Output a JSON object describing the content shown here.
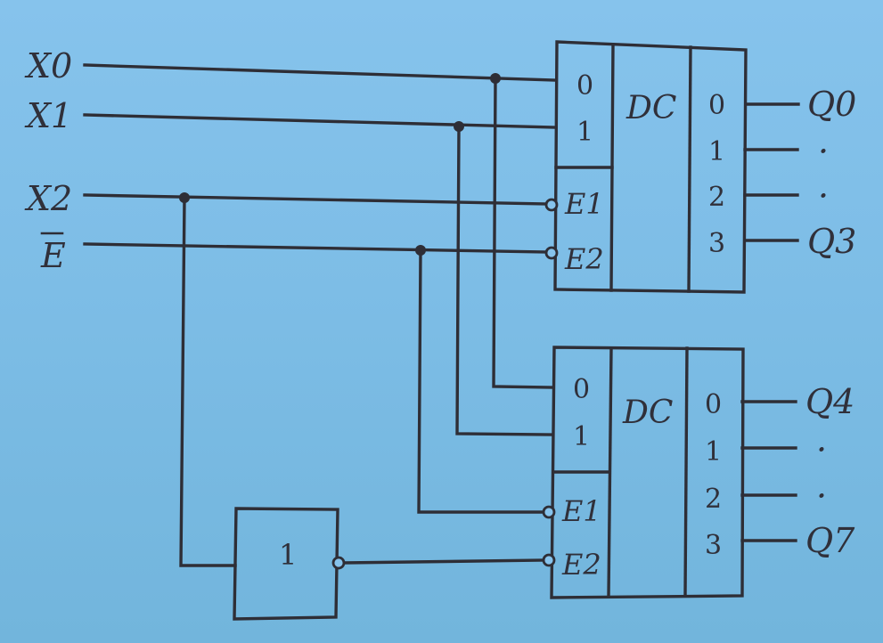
{
  "inputs": {
    "x0": "X0",
    "x1": "X1",
    "x2": "X2",
    "e": "E"
  },
  "decoder_top": {
    "title": "DC",
    "addr_pins": [
      "0",
      "1"
    ],
    "enable_pins": [
      "E1",
      "E2"
    ],
    "out_pins": [
      "0",
      "1",
      "2",
      "3"
    ],
    "outputs": [
      "Q0",
      "·",
      "·",
      "Q3"
    ]
  },
  "decoder_bottom": {
    "title": "DC",
    "addr_pins": [
      "0",
      "1"
    ],
    "enable_pins": [
      "E1",
      "E2"
    ],
    "out_pins": [
      "0",
      "1",
      "2",
      "3"
    ],
    "outputs": [
      "Q4",
      "·",
      "·",
      "Q7"
    ]
  },
  "inverter": {
    "label": "1"
  },
  "colors": {
    "ink": "#2e2e36",
    "background": "#7dbde6"
  }
}
